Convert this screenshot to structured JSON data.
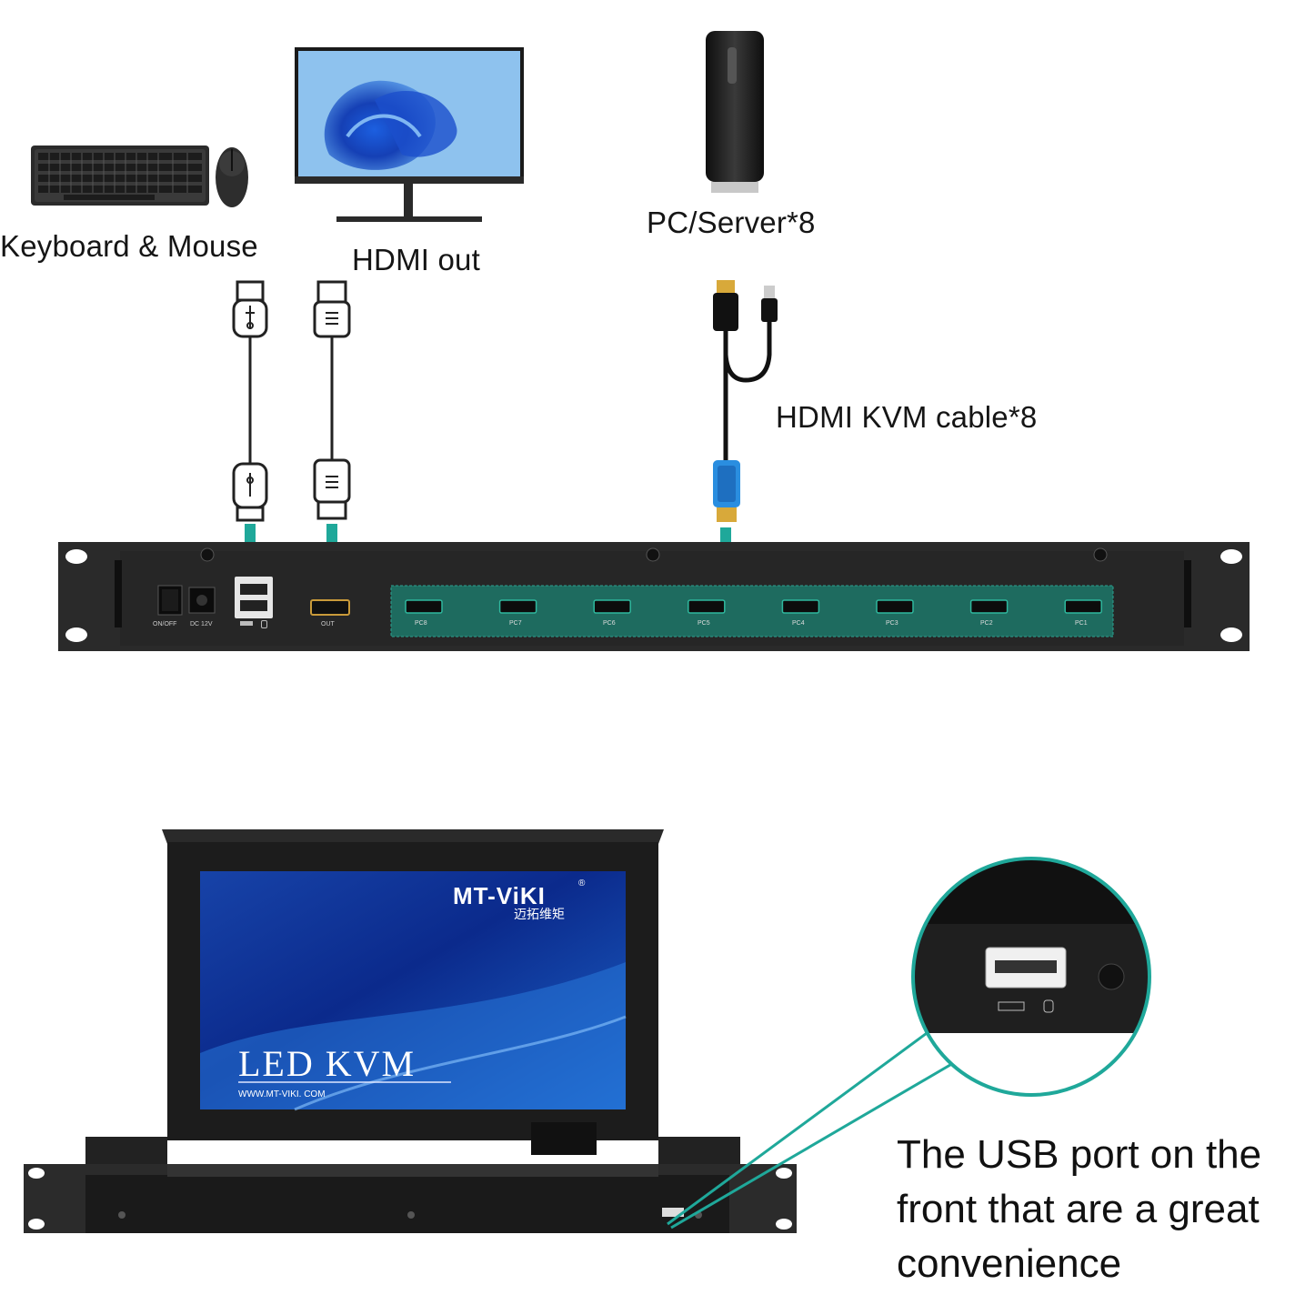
{
  "labels": {
    "keyboard_mouse": "Keyboard & Mouse",
    "hdmi_out": "HDMI out",
    "pc_server": "PC/Server*8",
    "kvm_cable": "HDMI KVM cable*8"
  },
  "rear_panel": {
    "power_label": "ON/OFF",
    "dc_label": "DC 12V",
    "out_label": "OUT",
    "ports": [
      "PC8",
      "PC7",
      "PC6",
      "PC5",
      "PC4",
      "PC3",
      "PC2",
      "PC1"
    ]
  },
  "screen": {
    "brand": "MT-ViKI",
    "brand_cn": "迈拓维矩",
    "registered": "®",
    "title": "LED KVM",
    "url": "WWW.MT-VIKI. COM"
  },
  "callout": {
    "lines": [
      "The USB port on the",
      "front that are a great",
      "convenience"
    ]
  },
  "colors": {
    "accent_teal": "#1fa89a",
    "port_panel": "#1e6b5f",
    "device_dark": "#2a2a2a"
  }
}
